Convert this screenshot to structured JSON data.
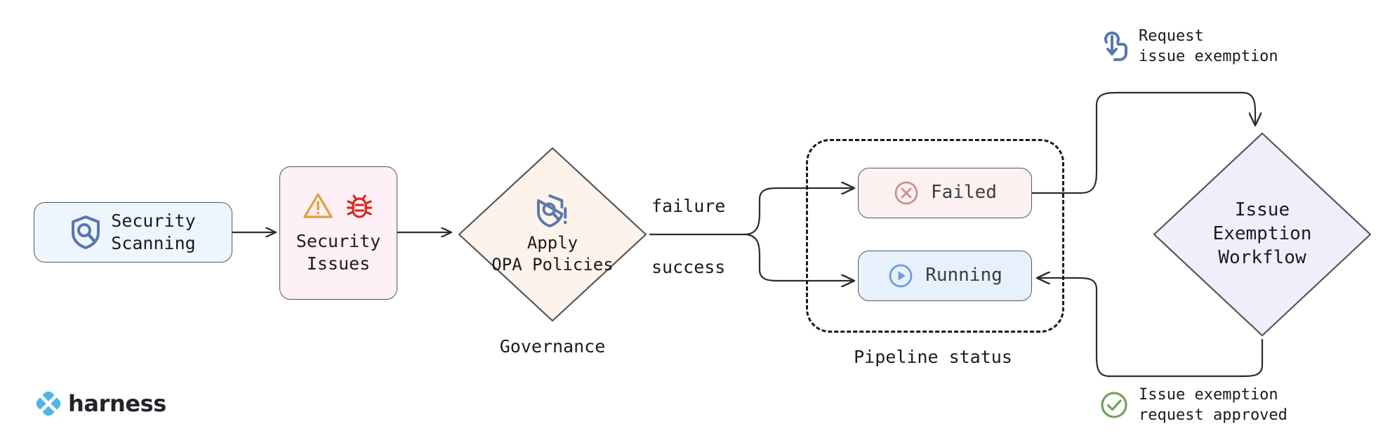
{
  "diagram": {
    "title": "Security scanning governance and issue exemption workflow",
    "background": "#ffffff"
  },
  "nodes": {
    "security_scanning": {
      "label": "Security\nScanning",
      "icon": "shield-search-icon",
      "fill": "#eef6fd",
      "stroke": "#55565a"
    },
    "security_issues": {
      "label": "Security\nIssues",
      "icons": [
        "warning-triangle-icon",
        "bug-icon"
      ],
      "fill": "#fdf0f6",
      "stroke": "#55565a"
    },
    "governance": {
      "label": "Apply\nOPA Policies",
      "caption": "Governance",
      "icon": "shield-search-alert-icon",
      "fill": "#fdf3ea",
      "stroke": "#55565a"
    },
    "failed": {
      "label": "Failed",
      "icon": "circle-x-icon",
      "fill": "#fdf1f1",
      "stroke": "#55565a",
      "icon_color": "#d08e8e"
    },
    "running": {
      "label": "Running",
      "icon": "circle-play-icon",
      "fill": "#e7f1fb",
      "stroke": "#55565a",
      "icon_color": "#6f9ce0"
    },
    "pipeline_group": {
      "caption": "Pipeline status",
      "stroke": "#1b1b1d",
      "style": "dashed"
    },
    "issue_exemption_workflow": {
      "label": "Issue\nExemption\nWorkflow",
      "fill": "#f1eefb",
      "stroke": "#55565a"
    }
  },
  "edges": {
    "failure_label": "failure",
    "success_label": "success"
  },
  "annotations": {
    "request": {
      "text": "Request\nissue exemption",
      "icon": "tap-hand-icon",
      "color": "#5878ad"
    },
    "approved": {
      "text": "Issue exemption\nrequest approved",
      "icon": "circle-check-icon",
      "color": "#74a05c"
    }
  },
  "brand": {
    "name": "harness",
    "logo_icon": "harness-logo-icon",
    "color": "#4db5e8"
  },
  "colors": {
    "stroke": "#55565a",
    "text": "#1b1b1d",
    "icon_blue": "#5878ad",
    "warning_orange": "#e0a440",
    "bug_red": "#d92a1c"
  }
}
